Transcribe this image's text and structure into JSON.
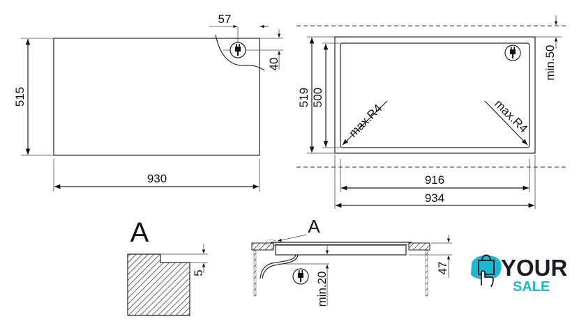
{
  "top_view": {
    "width": "930",
    "depth": "515",
    "plug_offset_x": "57",
    "plug_offset_y": "40"
  },
  "cutout_view": {
    "outer_depth": "519",
    "inner_depth": "500",
    "min_back": "min.50",
    "radius_left": "max.R4",
    "radius_right": "max.R4",
    "inner_width": "916",
    "outer_width": "934"
  },
  "detail": {
    "label": "A",
    "step": "5"
  },
  "section_view": {
    "label": "A",
    "min_clearance": "min.20",
    "height": "47"
  },
  "logo": {
    "line1": "YOUR",
    "line2": "SALE",
    "colors": {
      "cyan": "#1bb8cf",
      "dark": "#1b1d24"
    }
  },
  "icons": [
    "plug-icon"
  ]
}
